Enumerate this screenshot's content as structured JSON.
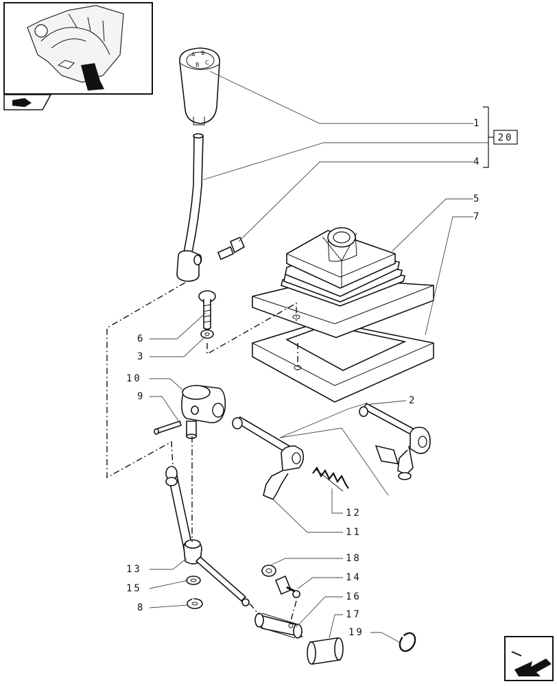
{
  "reference_box": "20",
  "callouts": {
    "c1": "1",
    "c2": "2",
    "c3": "3",
    "c4": "4",
    "c5": "5",
    "c6": "6",
    "c7": "7",
    "c8": "8",
    "c9": "9",
    "c10": "10",
    "c11": "11",
    "c12": "12",
    "c13": "13",
    "c14": "14",
    "c15": "15",
    "c16": "16",
    "c17": "17",
    "c18": "18",
    "c19": "19"
  },
  "knob_markings": [
    "A",
    "B",
    "B",
    "C"
  ],
  "icons": {
    "section_tab": "tractor-section-icon",
    "navigation": "next-page-arrow-icon"
  },
  "colors": {
    "line": "#111111",
    "background": "#ffffff"
  }
}
